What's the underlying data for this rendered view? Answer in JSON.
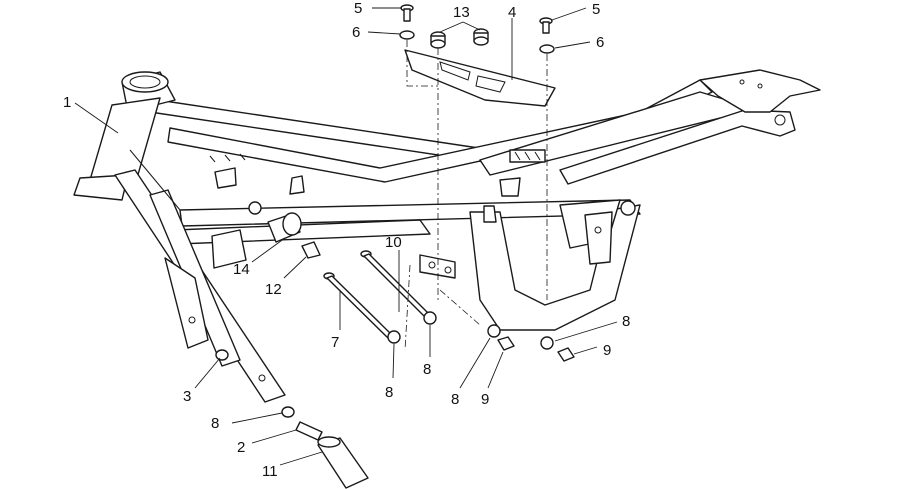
{
  "callouts": [
    {
      "id": "c1",
      "label": "1"
    },
    {
      "id": "c2",
      "label": "2"
    },
    {
      "id": "c3",
      "label": "3"
    },
    {
      "id": "c4",
      "label": "4"
    },
    {
      "id": "c5a",
      "label": "5"
    },
    {
      "id": "c5b",
      "label": "5"
    },
    {
      "id": "c6a",
      "label": "6"
    },
    {
      "id": "c6b",
      "label": "6"
    },
    {
      "id": "c7",
      "label": "7"
    },
    {
      "id": "c8a",
      "label": "8"
    },
    {
      "id": "c8b",
      "label": "8"
    },
    {
      "id": "c8c",
      "label": "8"
    },
    {
      "id": "c8d",
      "label": "8"
    },
    {
      "id": "c8e",
      "label": "8"
    },
    {
      "id": "c9a",
      "label": "9"
    },
    {
      "id": "c9b",
      "label": "9"
    },
    {
      "id": "c10",
      "label": "10"
    },
    {
      "id": "c11",
      "label": "11"
    },
    {
      "id": "c12",
      "label": "12"
    },
    {
      "id": "c13",
      "label": "13"
    },
    {
      "id": "c14",
      "label": "14"
    }
  ]
}
